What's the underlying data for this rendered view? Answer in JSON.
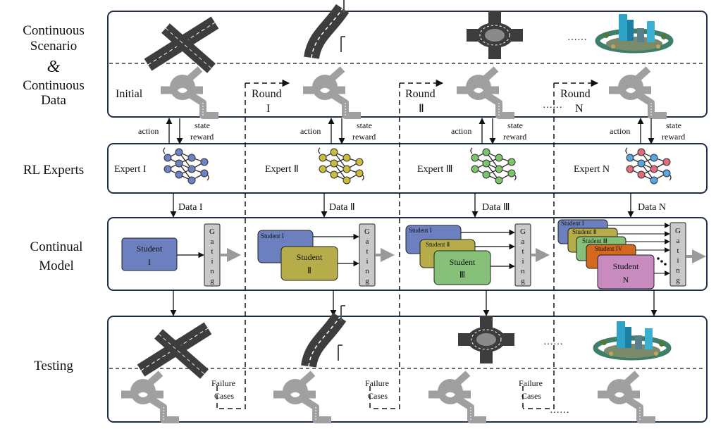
{
  "row_labels": {
    "scenario_line1": "Continuous",
    "scenario_line2": "Scenario",
    "amp": "&",
    "data_line1": "Continuous",
    "data_line2": "Data",
    "rl_experts": "RL Experts",
    "model_line1": "Continual",
    "model_line2": "Model",
    "testing": "Testing"
  },
  "rounds": [
    {
      "line1": "Initial",
      "line2": ""
    },
    {
      "line1": "Round",
      "line2": "I"
    },
    {
      "line1": "Round",
      "line2": "Ⅱ"
    },
    {
      "line1": "Round",
      "line2": "N"
    }
  ],
  "action_label": "action",
  "state_label": "state",
  "reward_label": "reward",
  "experts": [
    "Expert  I",
    "Expert Ⅱ",
    "Expert Ⅲ",
    "Expert N"
  ],
  "data_labels": [
    "Data I",
    "Data Ⅱ",
    "Data Ⅲ",
    "Data N"
  ],
  "students": [
    {
      "name": "Student",
      "numeral": "I",
      "color": "#6c7fbf"
    },
    {
      "name": "Student",
      "numeral": "Ⅱ",
      "color": "#b6ad4a"
    },
    {
      "name": "Student",
      "numeral": "Ⅲ",
      "color": "#86c079"
    },
    {
      "name": "Student IV",
      "numeral": "",
      "color": "#d2691e"
    },
    {
      "name": "Student",
      "numeral": "N",
      "color": "#c78bc0"
    }
  ],
  "student_small": [
    "Student I",
    "Student Ⅱ",
    "Student Ⅲ",
    "Student IV"
  ],
  "gating_letters": [
    "G",
    "a",
    "t",
    "i",
    "n",
    "g"
  ],
  "ellipsis": "……",
  "failure_line1": "Failure",
  "failure_line2": "Cases",
  "colors": {
    "frame": "#1f2f4a",
    "road": "#3b3b3b",
    "map": "#a0a0a0",
    "gating": "#c9c9c9"
  }
}
